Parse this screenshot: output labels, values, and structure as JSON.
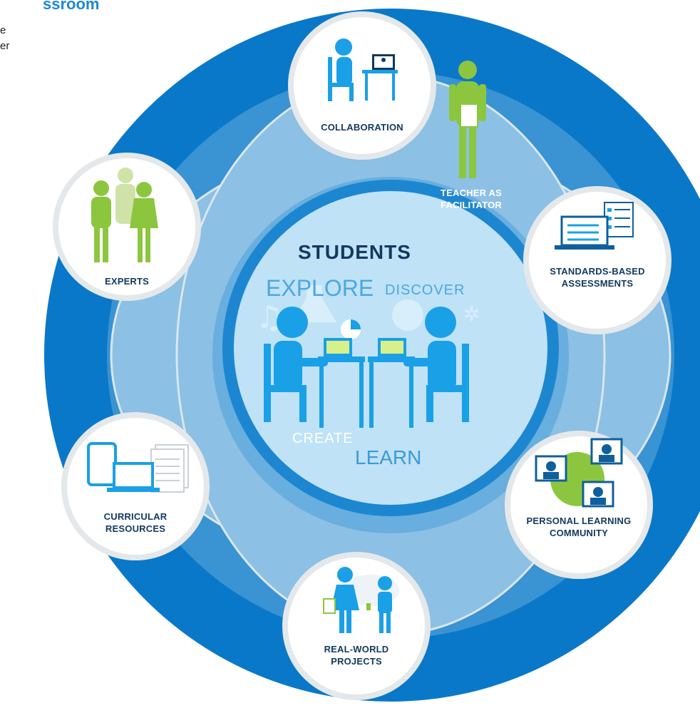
{
  "page_fragment": {
    "title_fragment": "ssroom",
    "line1": "e",
    "line2": "er"
  },
  "center": {
    "title": "STUDENTS",
    "words": [
      "EXPLORE",
      "DISCOVER",
      "CREATE",
      "LEARN"
    ]
  },
  "nodes": {
    "collaboration": "COLLABORATION",
    "teacher_line1": "TEACHER AS",
    "teacher_line2": "FACILITATOR",
    "assessments_line1": "STANDARDS-BASED",
    "assessments_line2": "ASSESSMENTS",
    "community_line1": "PERSONAL LEARNING",
    "community_line2": "COMMUNITY",
    "projects_line1": "REAL-WORLD",
    "projects_line2": "PROJECTS",
    "resources_line1": "CURRICULAR",
    "resources_line2": "RESOURCES",
    "experts": "EXPERTS"
  },
  "colors": {
    "outer_ring": "#0a78c8",
    "mid_ring": "#3f95d3",
    "petal": "#8cc0e4",
    "inner_ring_border": "#1d86d0",
    "center_fill": "#bfe2f7",
    "icon_blue": "#1aa0e6",
    "icon_green": "#8cc63e",
    "node_border": "#e4e8eb",
    "text_dark": "#12395e"
  }
}
